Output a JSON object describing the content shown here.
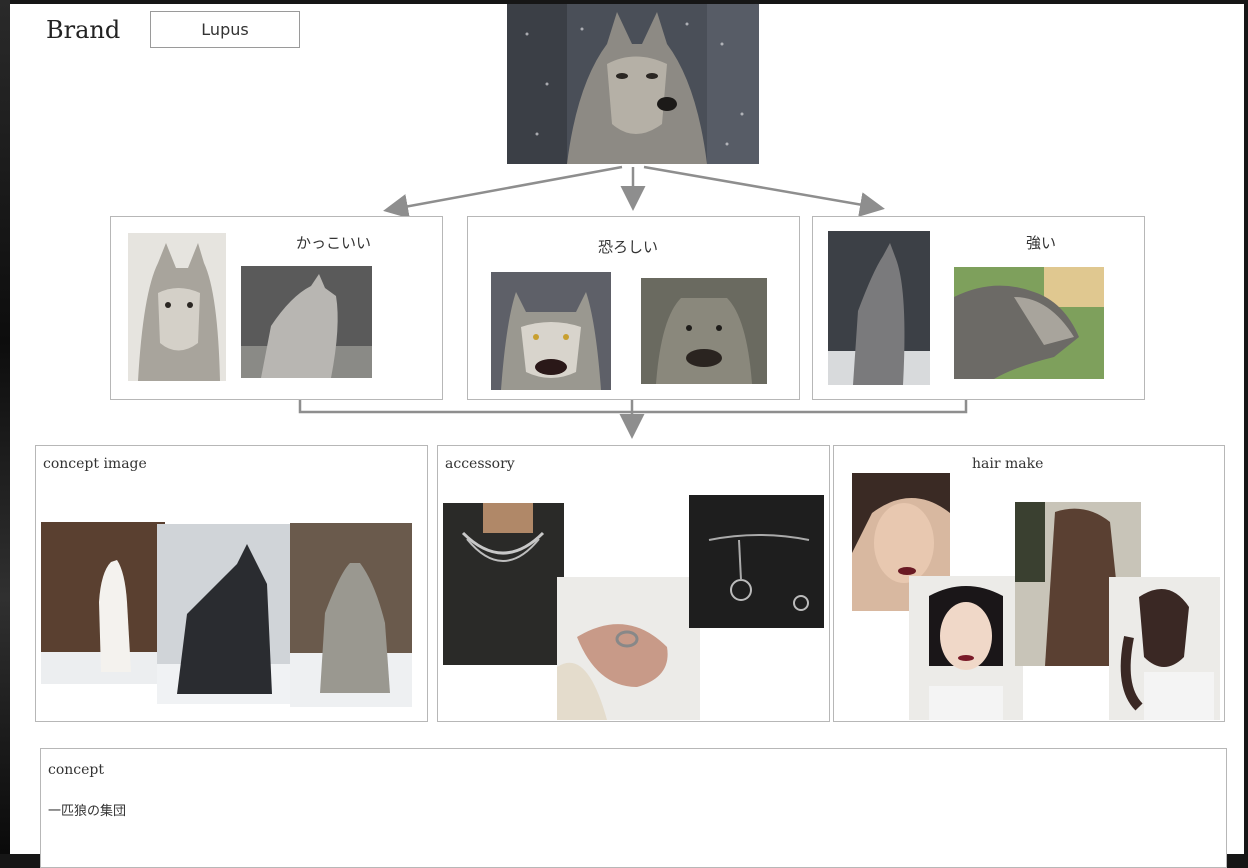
{
  "brand": {
    "label": "Brand",
    "value": "Lupus"
  },
  "categories": [
    {
      "label": "かっこいい"
    },
    {
      "label": "恐ろしい"
    },
    {
      "label": "強い"
    }
  ],
  "sections": {
    "concept_image": "concept image",
    "accessory": "accessory",
    "hair_make": "hair make"
  },
  "concept": {
    "heading": "concept",
    "text": "一匹狼の集団"
  },
  "colors": {
    "border": "#b7b7b7",
    "arrow": "#8e8e8e",
    "background": "#161616"
  }
}
